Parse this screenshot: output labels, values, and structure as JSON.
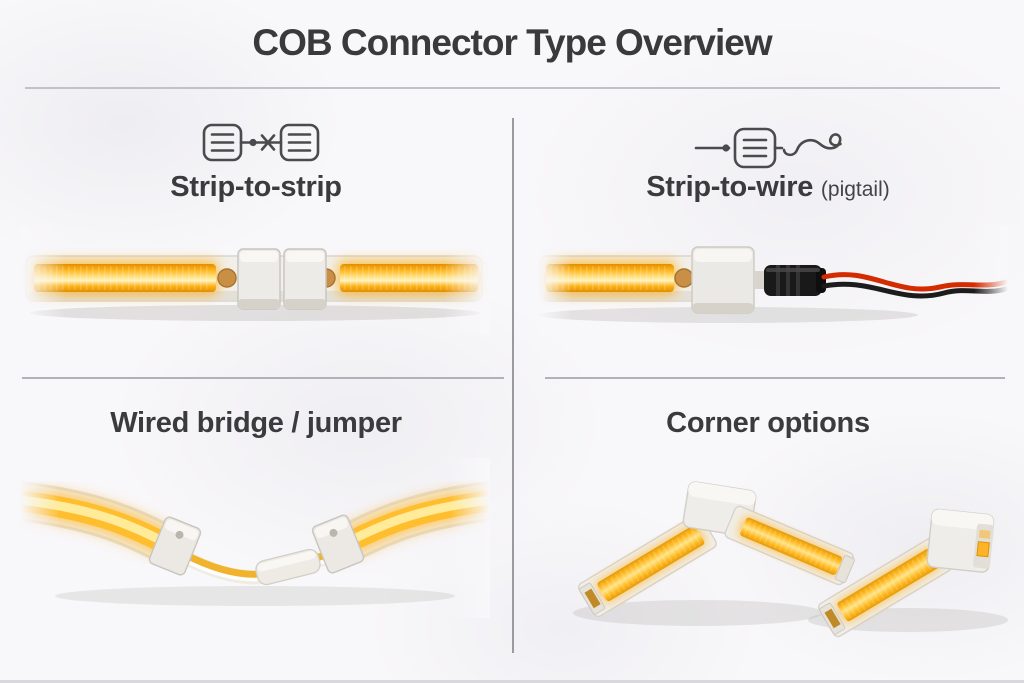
{
  "header": {
    "title": "COB Connector Type Overview"
  },
  "quadrants": {
    "strip_to_strip": {
      "label": "Strip-to-strip",
      "icon": "strip-to-strip-diagram"
    },
    "strip_to_wire": {
      "label": "Strip-to-wire",
      "sublabel": "(pigtail)",
      "icon": "strip-to-wire-diagram"
    },
    "wired_bridge": {
      "label": "Wired bridge / jumper"
    },
    "corner_options": {
      "label": "Corner options"
    }
  },
  "colors": {
    "title_text": "#3a3a3c",
    "label_text": "#3b3b3e",
    "divider_gray": "#b2b1b7",
    "glow_amber": "#ffbe2e",
    "glow_hot": "#ffeb9a",
    "connector_white": "#efede9",
    "wire_red": "#d42b00",
    "wire_black": "#1c1c1c",
    "background": "#f8f7f9"
  }
}
